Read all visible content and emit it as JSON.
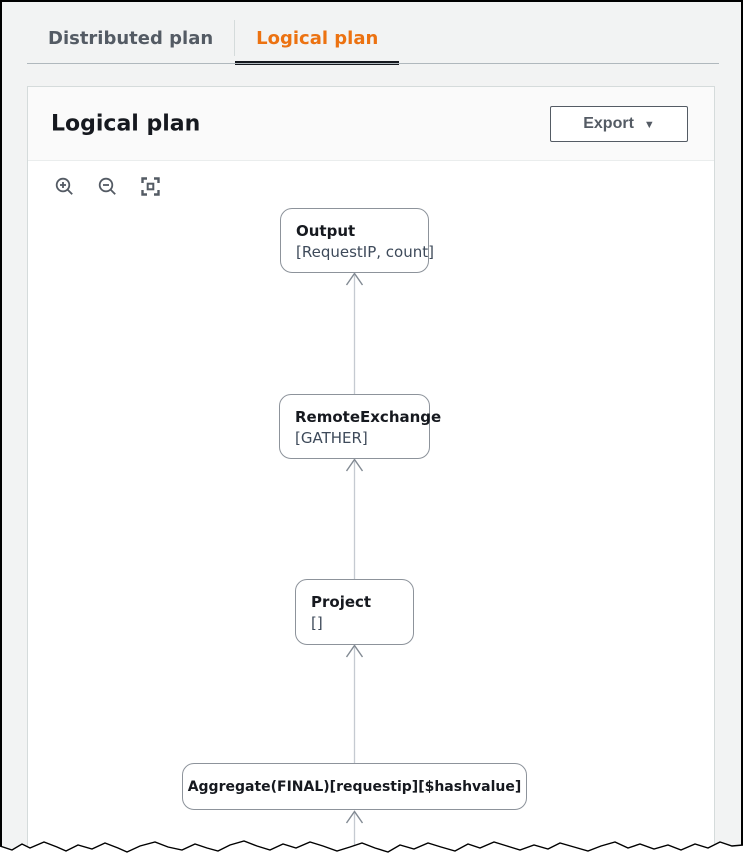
{
  "tabs": {
    "items": [
      {
        "label": "Distributed plan",
        "active": false
      },
      {
        "label": "Logical plan",
        "active": true
      }
    ]
  },
  "panel": {
    "title": "Logical plan",
    "export_button": {
      "label": "Export",
      "caret_icon": "▼"
    }
  },
  "canvas_toolbar": {
    "icons": [
      "zoom-in-icon",
      "zoom-out-icon",
      "fit-view-icon"
    ]
  },
  "diagram": {
    "type": "flowchart",
    "direction": "bottom-to-top",
    "nodes": [
      {
        "title": "Output",
        "subtitle": "[RequestIP, count]"
      },
      {
        "title": "RemoteExchange",
        "subtitle": "[GATHER]"
      },
      {
        "title": "Project",
        "subtitle": "[]"
      },
      {
        "title": "Aggregate(FINAL)[requestip][$hashvalue]"
      }
    ],
    "edges": [
      {
        "from": "RemoteExchange",
        "to": "Output"
      },
      {
        "from": "Project",
        "to": "RemoteExchange"
      },
      {
        "from": "Aggregate(FINAL)[requestip][$hashvalue]",
        "to": "Project"
      },
      {
        "from": "(continues off-screen)",
        "to": "Aggregate(FINAL)[requestip][$hashvalue]"
      }
    ]
  },
  "colors": {
    "accent_orange": "#ec7211",
    "tab_inactive_text": "#545b64",
    "active_tab_underline": "#16191f",
    "text_primary": "#16191f",
    "text_secondary": "#3e4a5a",
    "page_background": "#f2f3f3",
    "card_border": "#d5dbdb",
    "node_border": "#8d939b",
    "edge_line": "#c5cad1",
    "edge_arrow": "#828a93",
    "button_border": "#545b64"
  }
}
